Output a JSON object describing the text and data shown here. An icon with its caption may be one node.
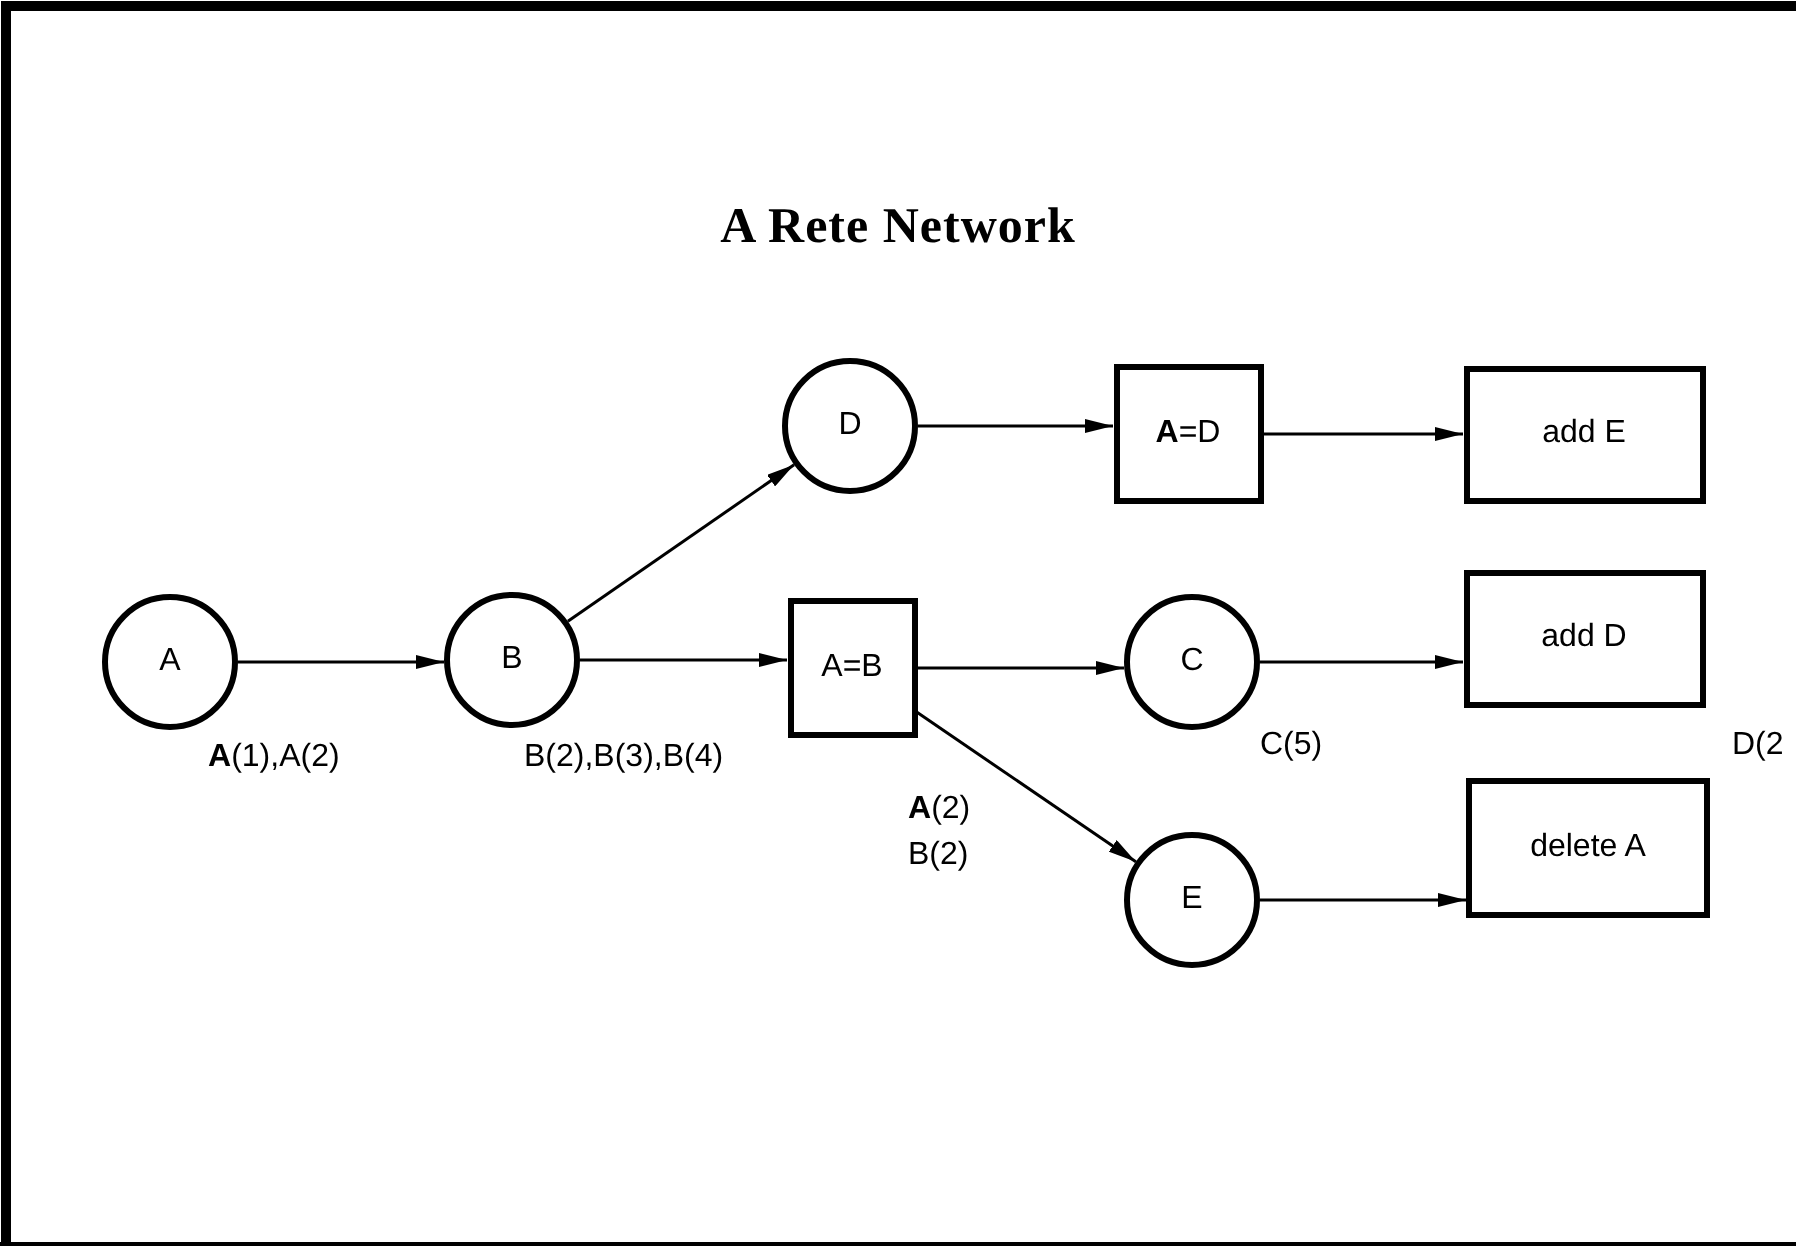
{
  "diagram": {
    "title": "A Rete Network",
    "nodes": [
      {
        "text": [
          "A"
        ]
      },
      {
        "text": [
          "B"
        ]
      },
      {
        "text": [
          "D"
        ]
      },
      {
        "text": [
          "**A**=D"
        ]
      },
      {
        "text": [
          "add E"
        ]
      },
      {
        "text": [
          "A=B"
        ]
      },
      {
        "text": [
          "C"
        ]
      },
      {
        "text": [
          "add D"
        ]
      },
      {
        "text": [
          "E"
        ]
      },
      {
        "text": [
          "delete A"
        ]
      }
    ],
    "edges": [
      {
        "from": 0,
        "to": 1,
        "arrow": "to"
      },
      {
        "from": 1,
        "to": 2,
        "arrow": "to"
      },
      {
        "from": 1,
        "to": 5,
        "arrow": "to"
      },
      {
        "from": 2,
        "to": 3,
        "arrow": "to"
      },
      {
        "from": 3,
        "to": 4,
        "arrow": "to"
      },
      {
        "from": 5,
        "to": 6,
        "arrow": "to"
      },
      {
        "from": 5,
        "to": 8,
        "arrow": "to"
      },
      {
        "from": 6,
        "to": 7,
        "arrow": "to"
      },
      {
        "from": 8,
        "to": 9,
        "arrow": "to"
      }
    ],
    "labels": [
      "**A**(1),A(2)",
      "B(2),B(3),B(4)",
      "**A**(2)",
      "B(2)",
      "C(5)",
      "D(2"
    ]
  }
}
